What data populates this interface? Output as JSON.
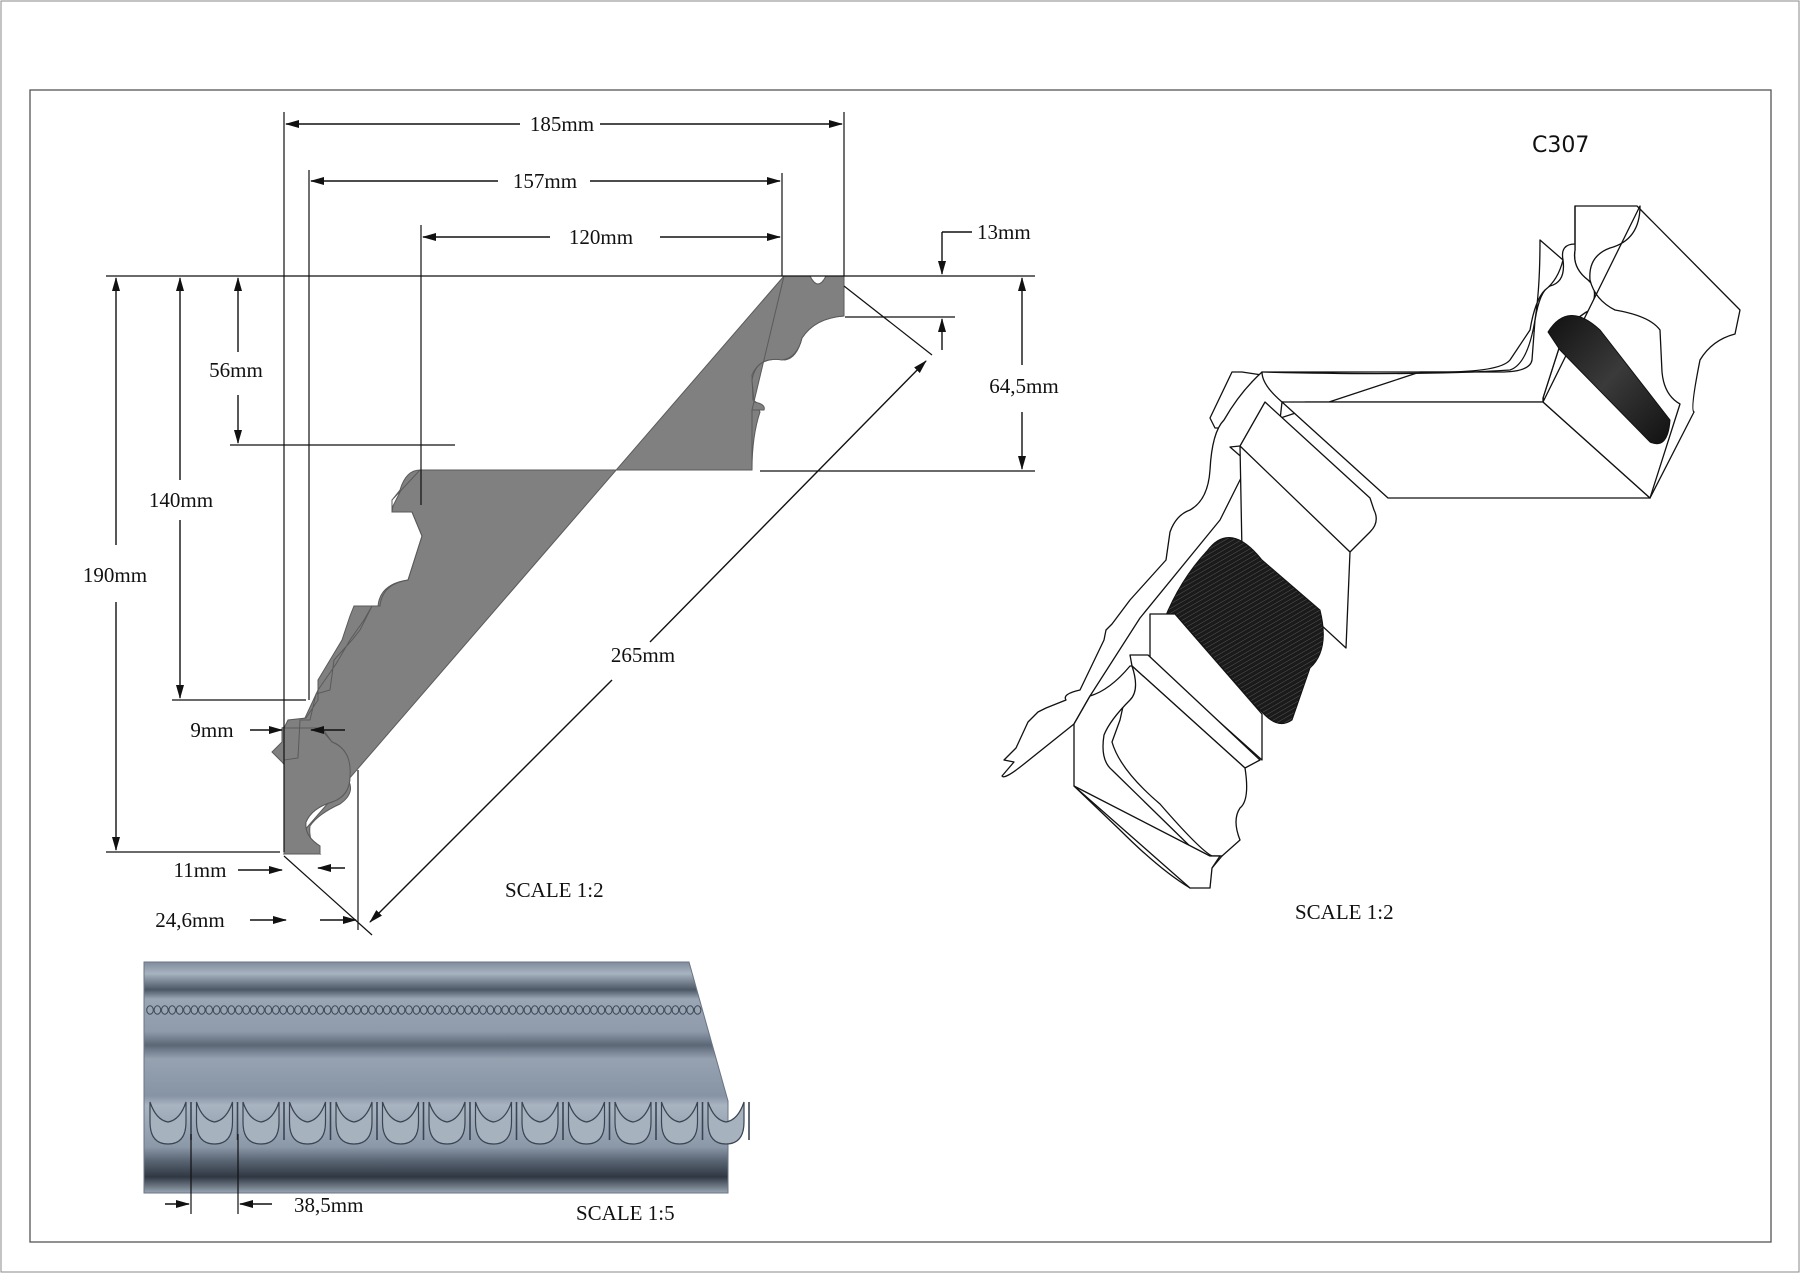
{
  "drawing": {
    "code": "C307",
    "scale_profile": "SCALE  1:2",
    "scale_iso": "SCALE  1:2",
    "scale_strip": "SCALE  1:5"
  },
  "dimensions": {
    "w185": "185mm",
    "w157": "157mm",
    "w120": "120mm",
    "w13": "13mm",
    "h56": "56mm",
    "h64": "64,5mm",
    "h140": "140mm",
    "h190": "190mm",
    "d265": "265mm",
    "w9": "9mm",
    "w11": "11mm",
    "w24": "24,6mm",
    "pitch": "38,5mm"
  },
  "colors": {
    "profile": "#808080",
    "strip": "#8d9aaa",
    "ink": "#111111"
  }
}
